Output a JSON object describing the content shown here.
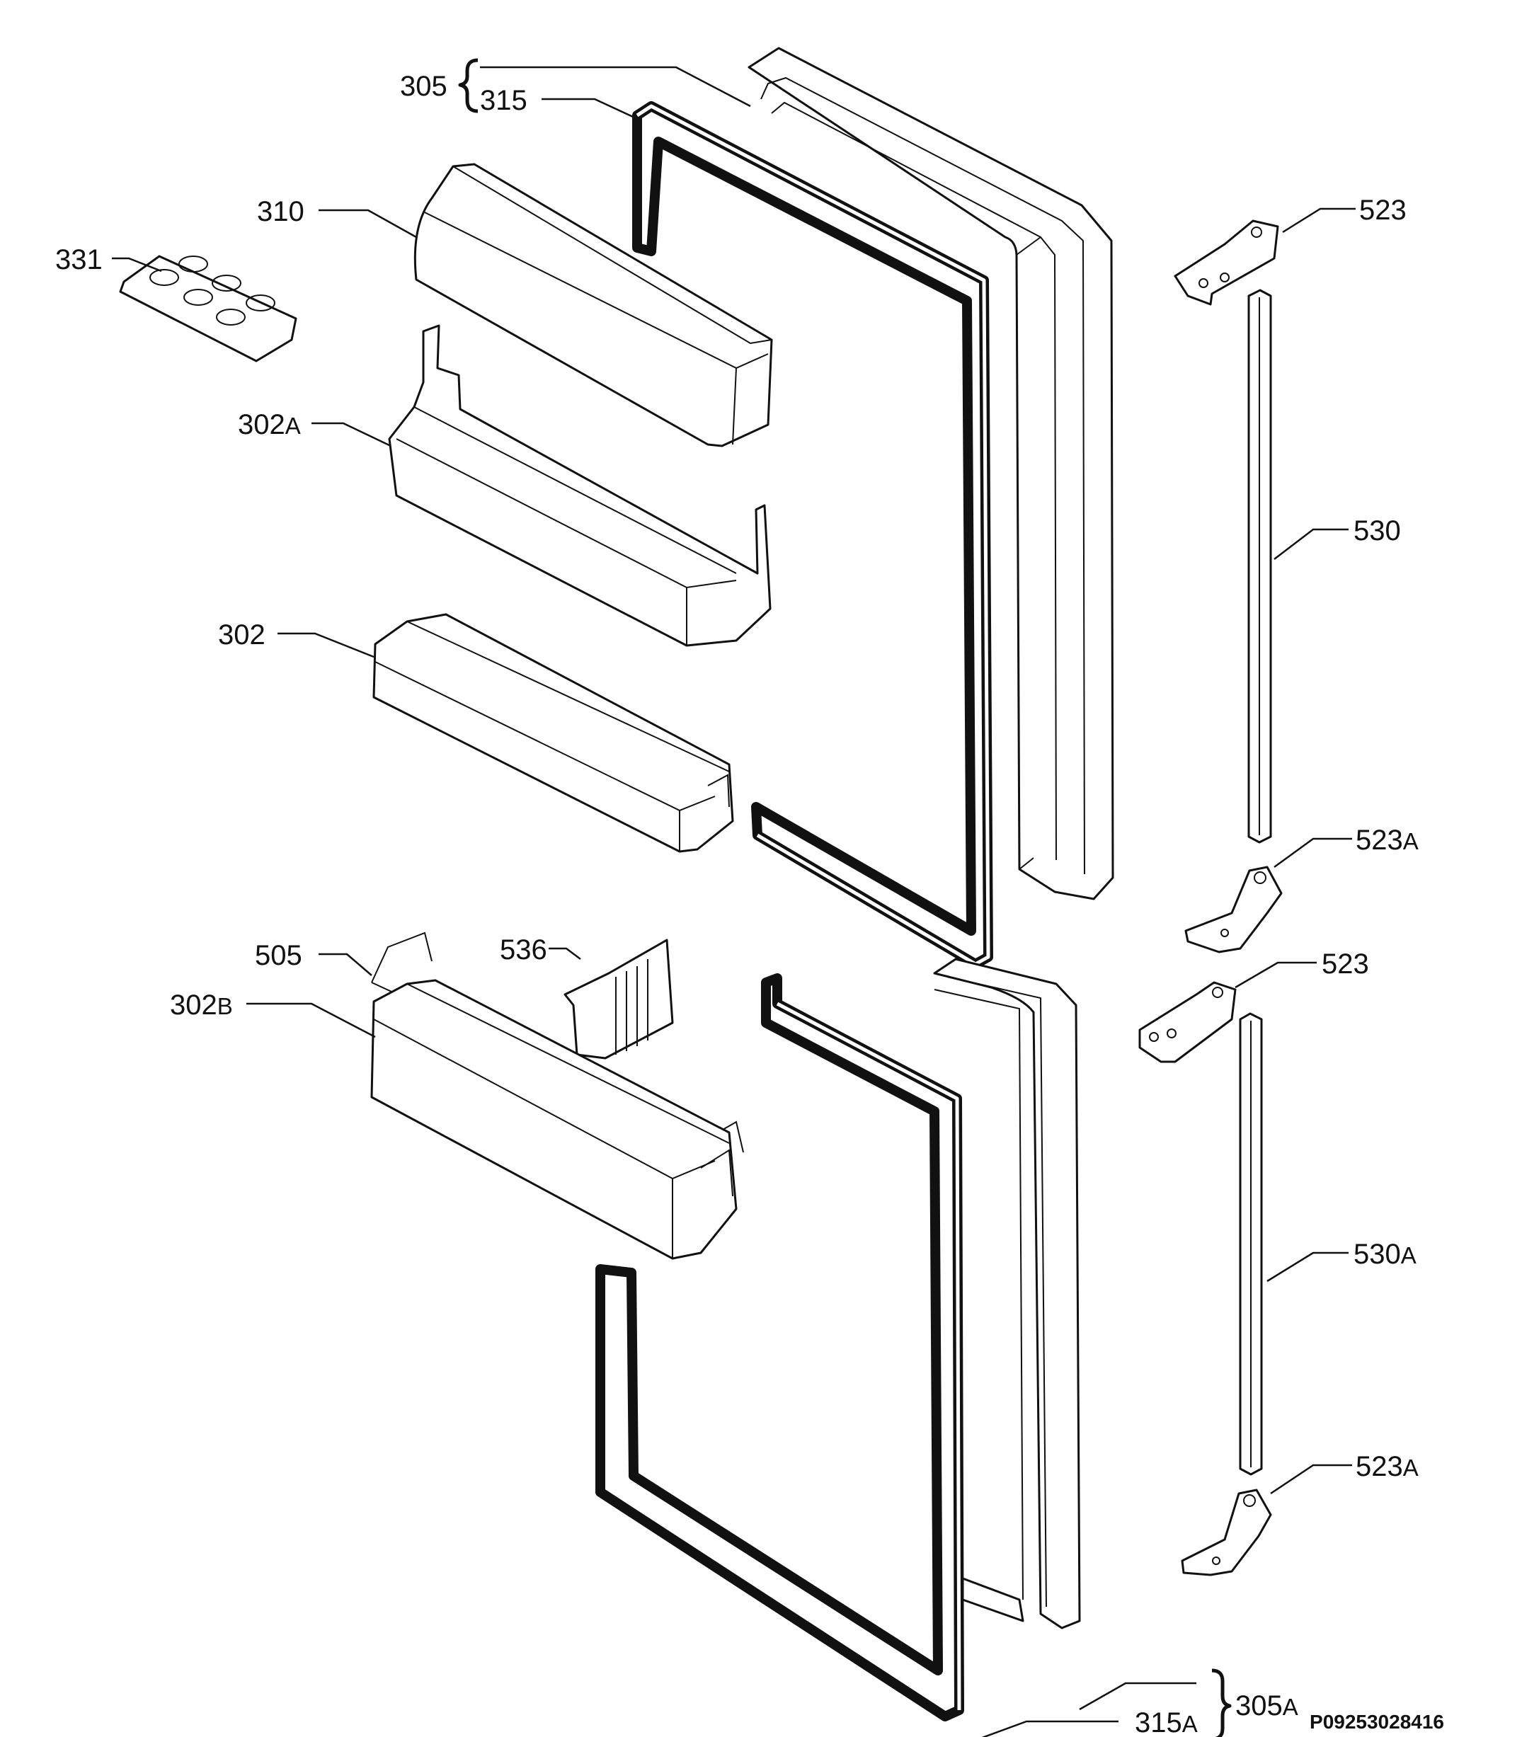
{
  "labels": {
    "l305": {
      "num": "305",
      "suf": ""
    },
    "l315": {
      "num": "315",
      "suf": ""
    },
    "l310": {
      "num": "310",
      "suf": ""
    },
    "l331": {
      "num": "331",
      "suf": ""
    },
    "l302a": {
      "num": "302",
      "suf": "A"
    },
    "l302": {
      "num": "302",
      "suf": ""
    },
    "l505": {
      "num": "505",
      "suf": ""
    },
    "l536": {
      "num": "536",
      "suf": ""
    },
    "l302b": {
      "num": "302",
      "suf": "B"
    },
    "l523_1": {
      "num": "523",
      "suf": ""
    },
    "l530": {
      "num": "530",
      "suf": ""
    },
    "l523a_1": {
      "num": "523",
      "suf": "A"
    },
    "l523_2": {
      "num": "523",
      "suf": ""
    },
    "l530a": {
      "num": "530",
      "suf": "A"
    },
    "l523a_2": {
      "num": "523",
      "suf": "A"
    },
    "l315a": {
      "num": "315",
      "suf": "A"
    },
    "l305a": {
      "num": "305",
      "suf": "A"
    }
  },
  "reference_code": "P09253028416"
}
